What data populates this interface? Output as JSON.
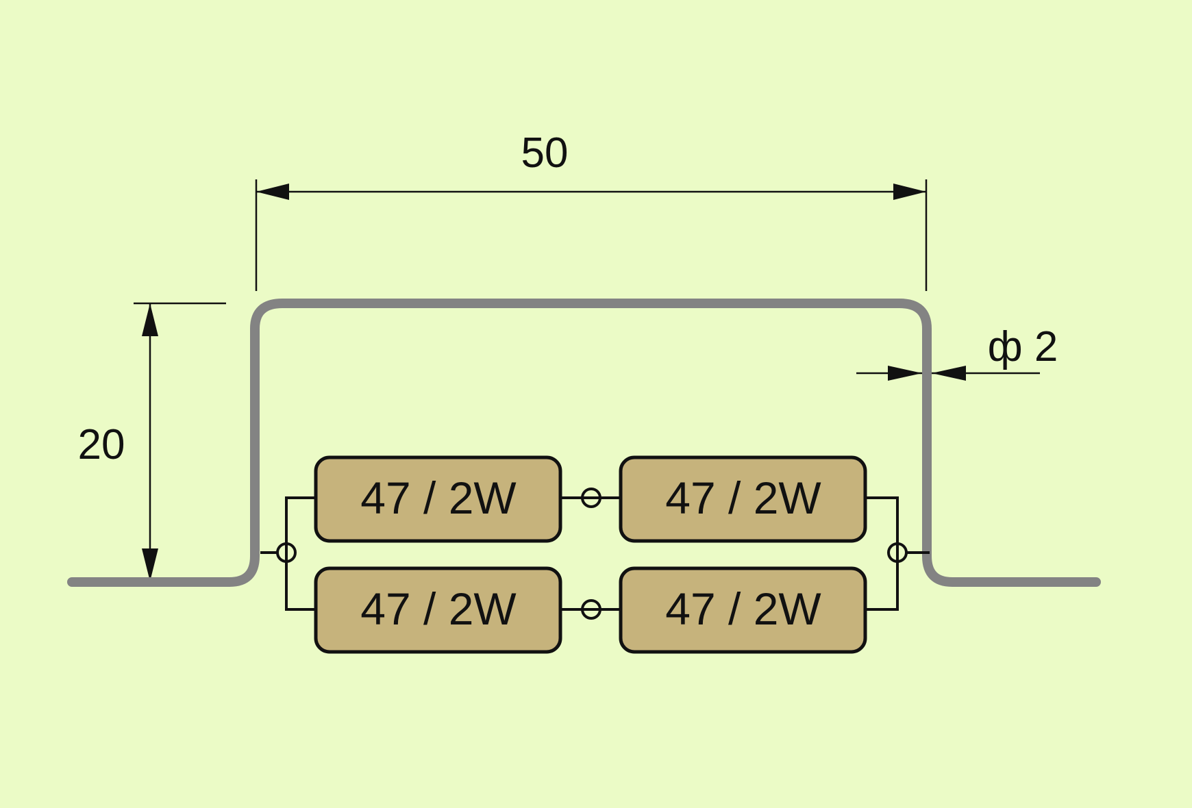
{
  "colors": {
    "background": "#ebfbc6",
    "wire": "#838383",
    "resistor_fill": "#c6b37c",
    "line": "#111111"
  },
  "dimensions": {
    "width_label": "50",
    "height_label": "20",
    "diameter_label": "ф 2"
  },
  "resistors": [
    {
      "label": "47 / 2W"
    },
    {
      "label": "47 / 2W"
    },
    {
      "label": "47 / 2W"
    },
    {
      "label": "47 / 2W"
    }
  ]
}
